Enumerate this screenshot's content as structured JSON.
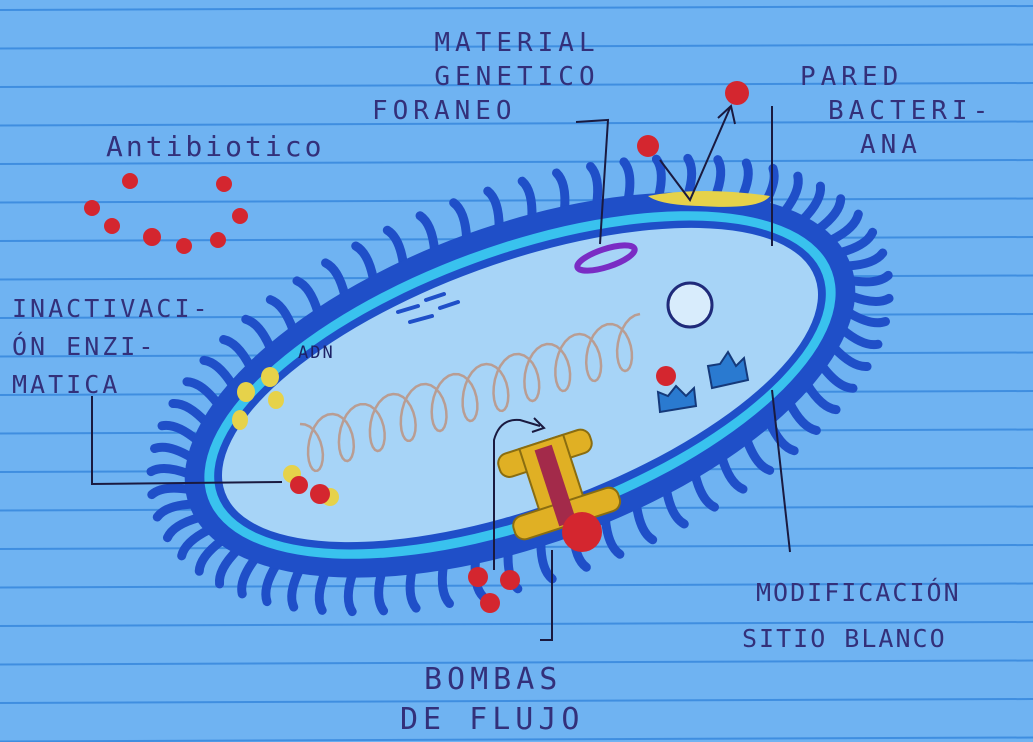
{
  "labels": {
    "antibiotico": "Antibiotico",
    "material_genetico": [
      "MATERIAL",
      "GENETICO",
      "FORANEO"
    ],
    "pared_bacteriana": [
      "PARED",
      "BACTERI-",
      "ANA"
    ],
    "inactivacion_enzimatica": [
      "INACTIVACI-",
      "ÓN ENZI-",
      "MATICA"
    ],
    "adn": "ADN",
    "modificacion_sitio_blanco": [
      "MODIFICACIÓN",
      "SITIO BLANCO"
    ],
    "bombas_de_flujo": [
      "BOMBAS",
      "DE FLUJO"
    ]
  },
  "colors": {
    "paper": "#6fb3f2",
    "paper_line": "#3f8ee0",
    "cell_wall": "#1f4fc8",
    "inner_membrane": "#39c2ee",
    "cytoplasm": "#a7d4f7",
    "antibiotic": "#d4262f",
    "pump": "#e0b024",
    "enzyme": "#e6d24a",
    "foreign_dna": "#7a2cc4",
    "ink": "#33307a"
  }
}
